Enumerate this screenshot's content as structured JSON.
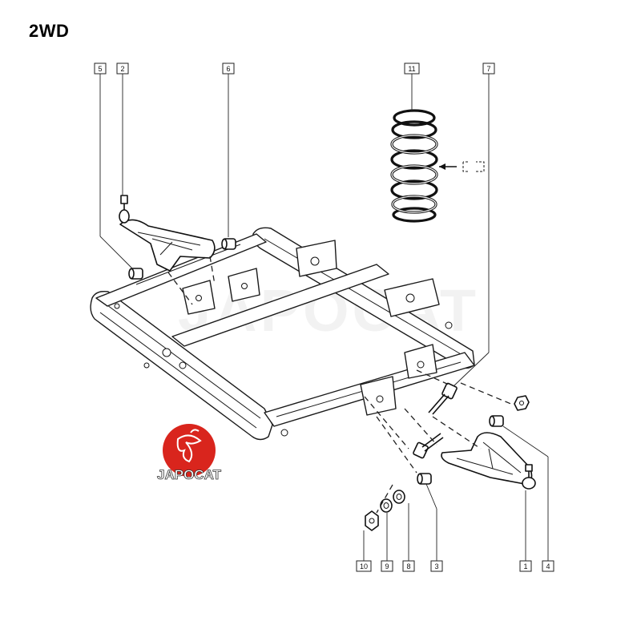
{
  "title": "2WD",
  "watermark": "JAPOCAT",
  "logo": {
    "text": "JAPOCAT",
    "color": "#d9251d"
  },
  "callouts": [
    "5",
    "2",
    "6",
    "11",
    "7",
    "10",
    "9",
    "8",
    "3",
    "1",
    "4"
  ],
  "colors": {
    "line": "#111111",
    "background": "#ffffff"
  }
}
